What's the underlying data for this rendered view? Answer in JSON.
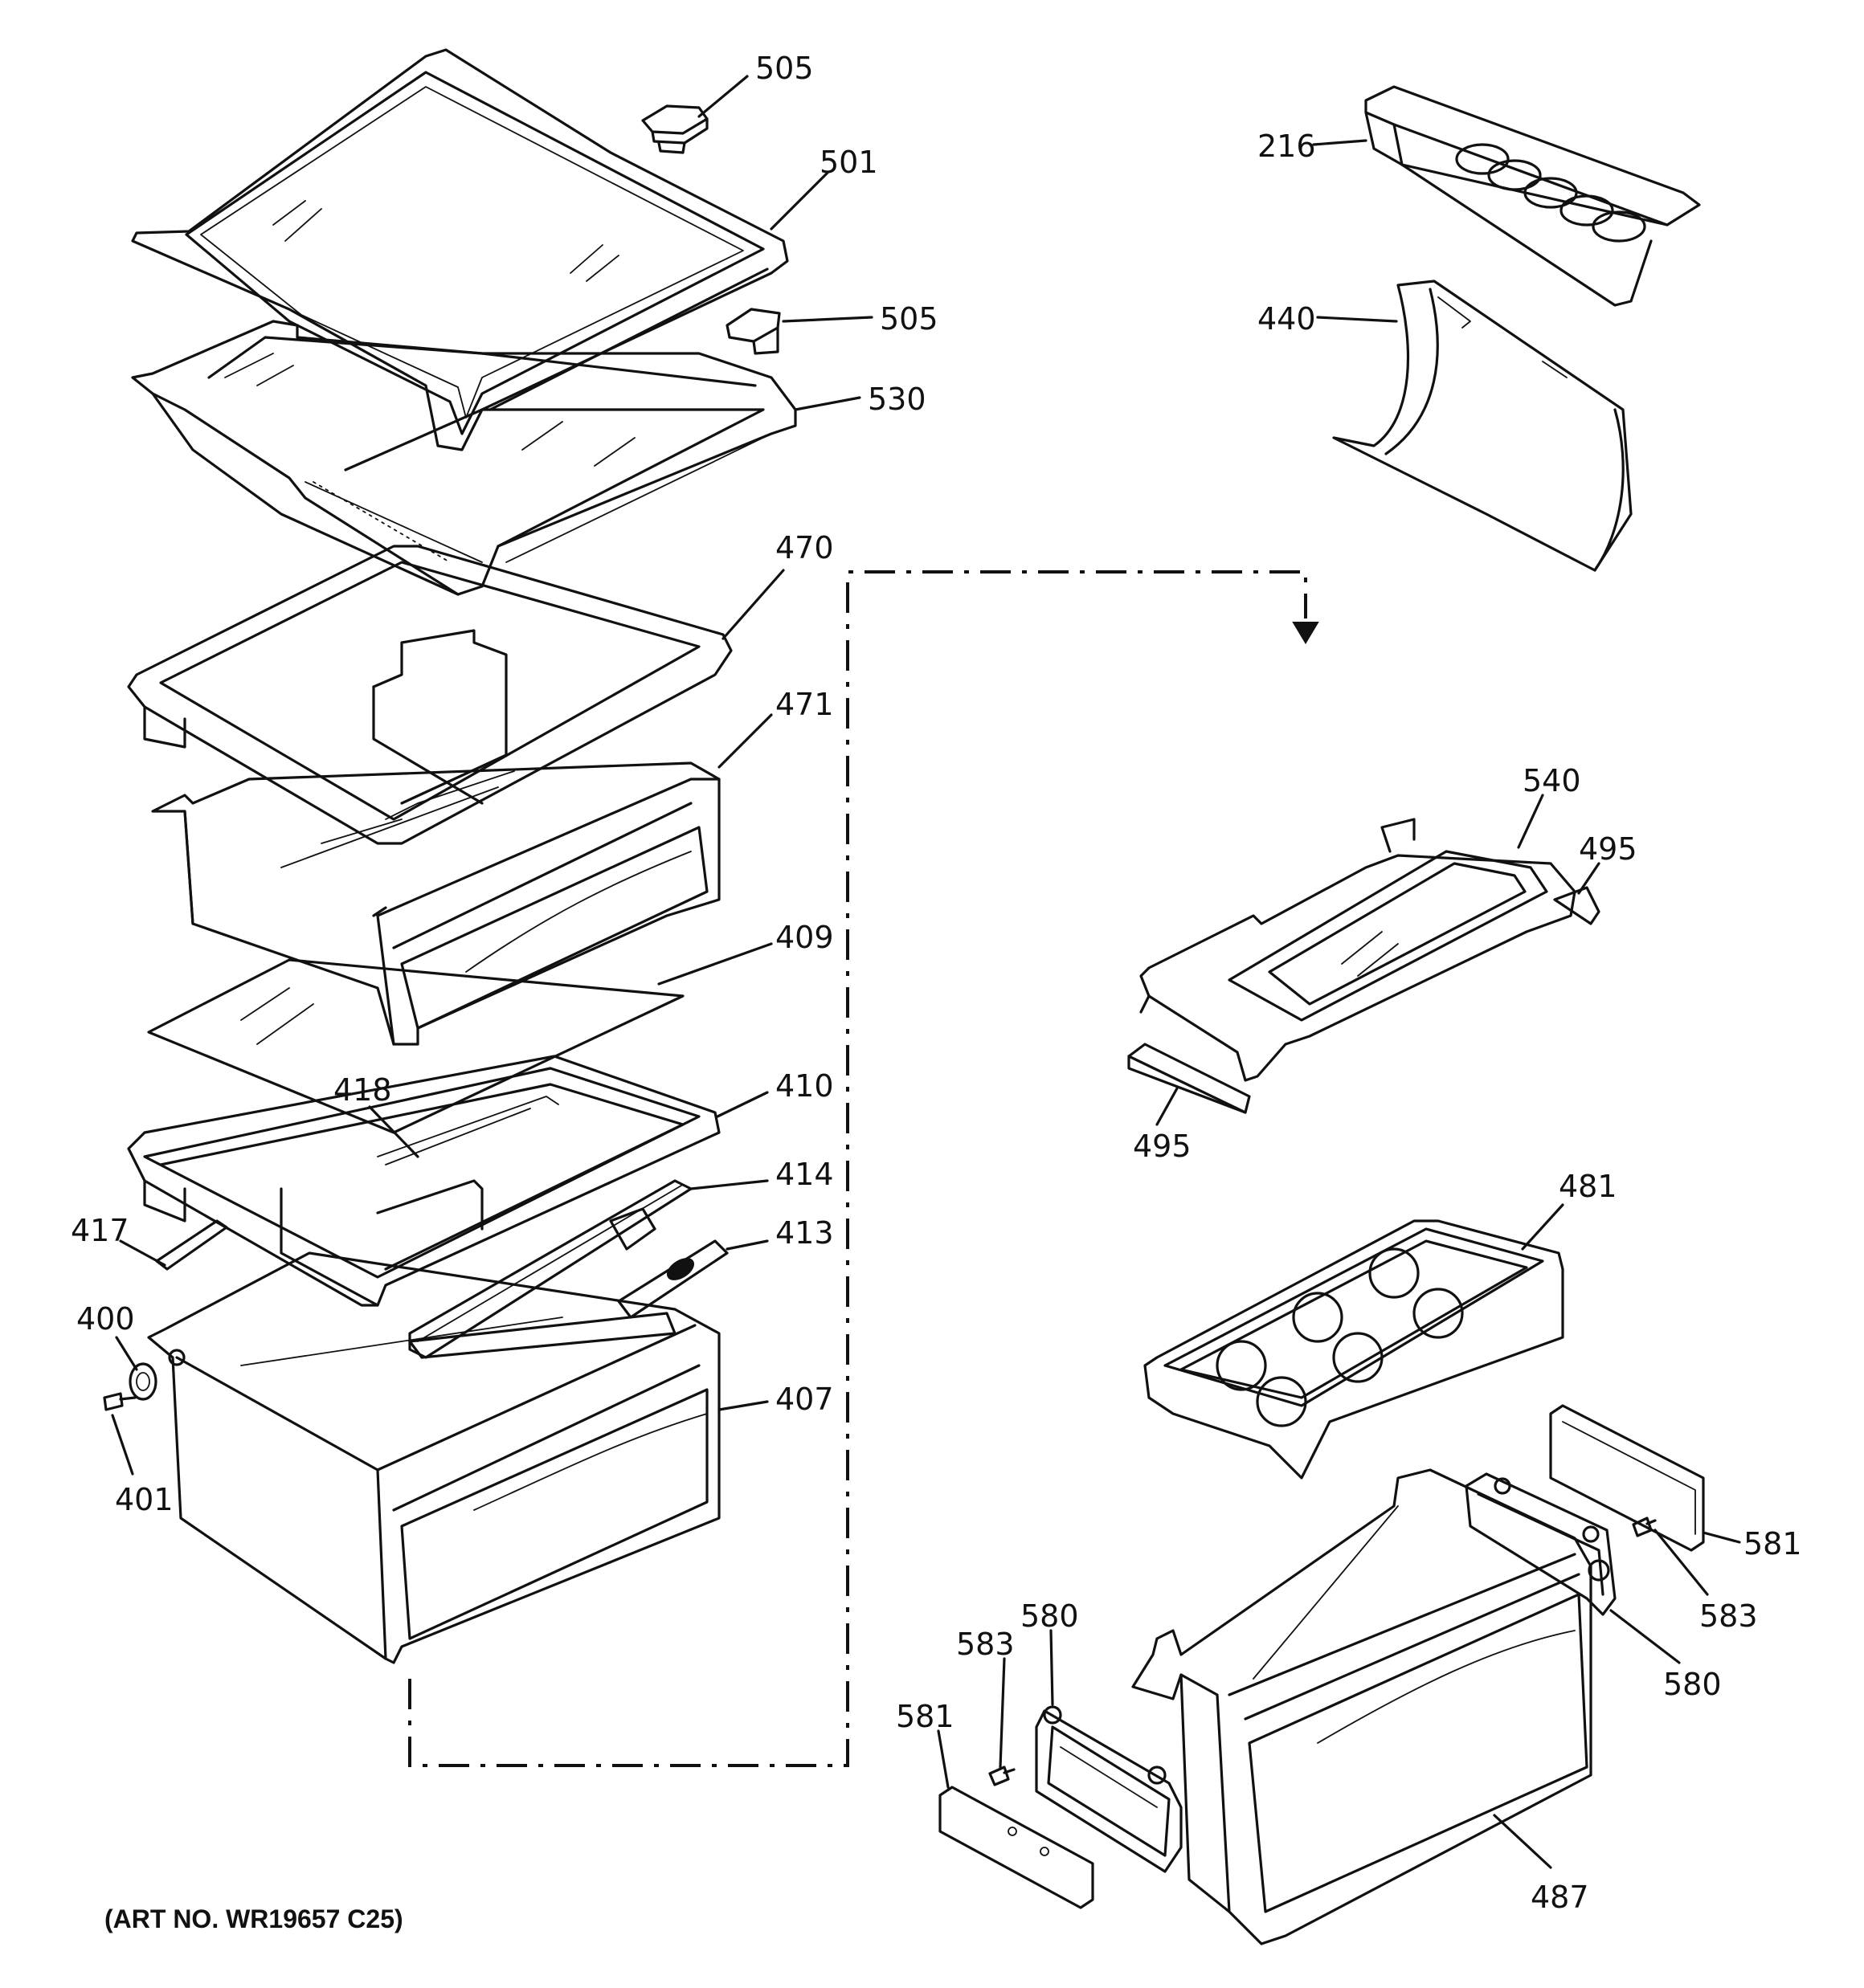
{
  "caption": "(ART NO. WR19657 C25)",
  "callouts": {
    "c505a": "505",
    "c501": "501",
    "c505b": "505",
    "c530": "530",
    "c470": "470",
    "c471": "471",
    "c409": "409",
    "c418": "418",
    "c410": "410",
    "c414": "414",
    "c417": "417",
    "c413": "413",
    "c400": "400",
    "c407": "407",
    "c401": "401",
    "c216": "216",
    "c440": "440",
    "c540": "540",
    "c495a": "495",
    "c495b": "495",
    "c481": "481",
    "c581a": "581",
    "c583a": "583",
    "c580a": "580",
    "c580b": "580",
    "c583b": "583",
    "c581b": "581",
    "c487": "487"
  }
}
